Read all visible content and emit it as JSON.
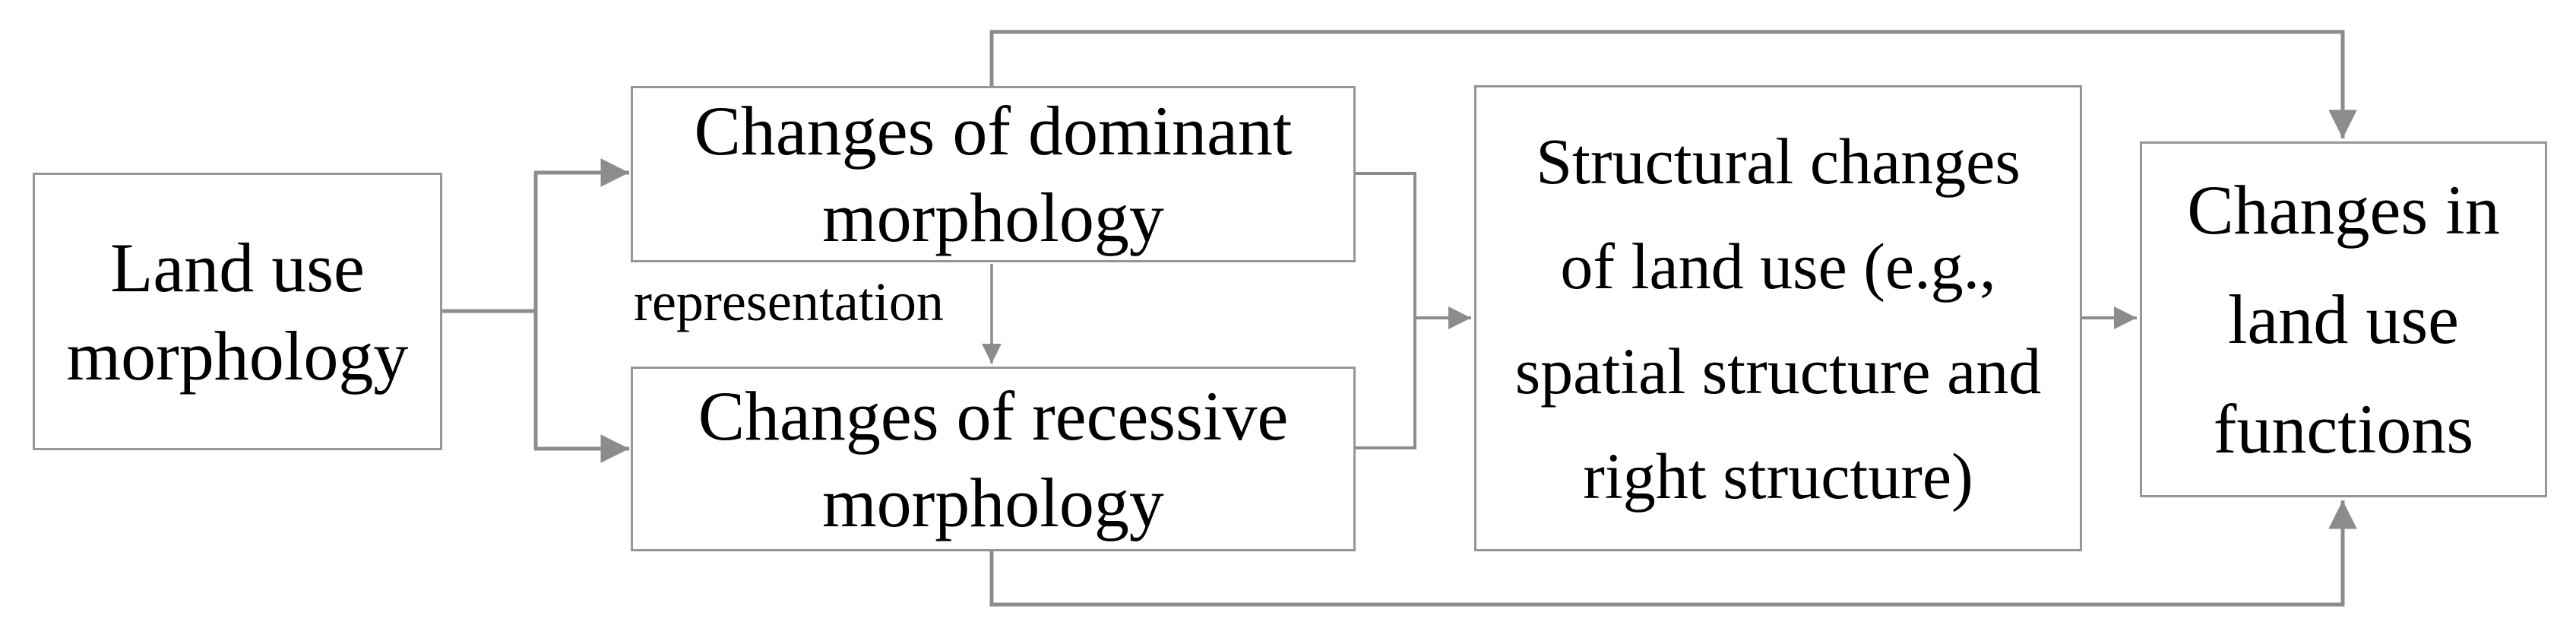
{
  "title": "Land use morphology flow diagram",
  "colors": {
    "background": "#ffffff",
    "line": "#8c8c8c",
    "box_border": "#969696",
    "text": "#000000"
  },
  "nodes": [
    {
      "id": "land-use-morphology",
      "label": "Land use\nmorphology"
    },
    {
      "id": "changes-dominant-morphology",
      "label": "Changes of dominant\nmorphology"
    },
    {
      "id": "changes-recessive-morphology",
      "label": "Changes of recessive\nmorphology"
    },
    {
      "id": "structural-changes-land-use",
      "label": "Structural changes\nof land use (e.g.,\nspatial structure and\nright structure)"
    },
    {
      "id": "changes-land-use-functions",
      "label": "Changes in\nland use\nfunctions"
    }
  ],
  "edges": [
    {
      "from": "land-use-morphology",
      "to": "changes-dominant-morphology",
      "label": ""
    },
    {
      "from": "land-use-morphology",
      "to": "changes-recessive-morphology",
      "label": ""
    },
    {
      "from": "changes-dominant-morphology",
      "to": "changes-recessive-morphology",
      "label": "representation"
    },
    {
      "from": "changes-dominant-morphology",
      "to": "structural-changes-land-use",
      "label": ""
    },
    {
      "from": "changes-recessive-morphology",
      "to": "structural-changes-land-use",
      "label": ""
    },
    {
      "from": "structural-changes-land-use",
      "to": "changes-land-use-functions",
      "label": ""
    },
    {
      "from": "changes-dominant-morphology",
      "to": "changes-land-use-functions",
      "label": ""
    },
    {
      "from": "changes-recessive-morphology",
      "to": "changes-land-use-functions",
      "label": ""
    }
  ]
}
